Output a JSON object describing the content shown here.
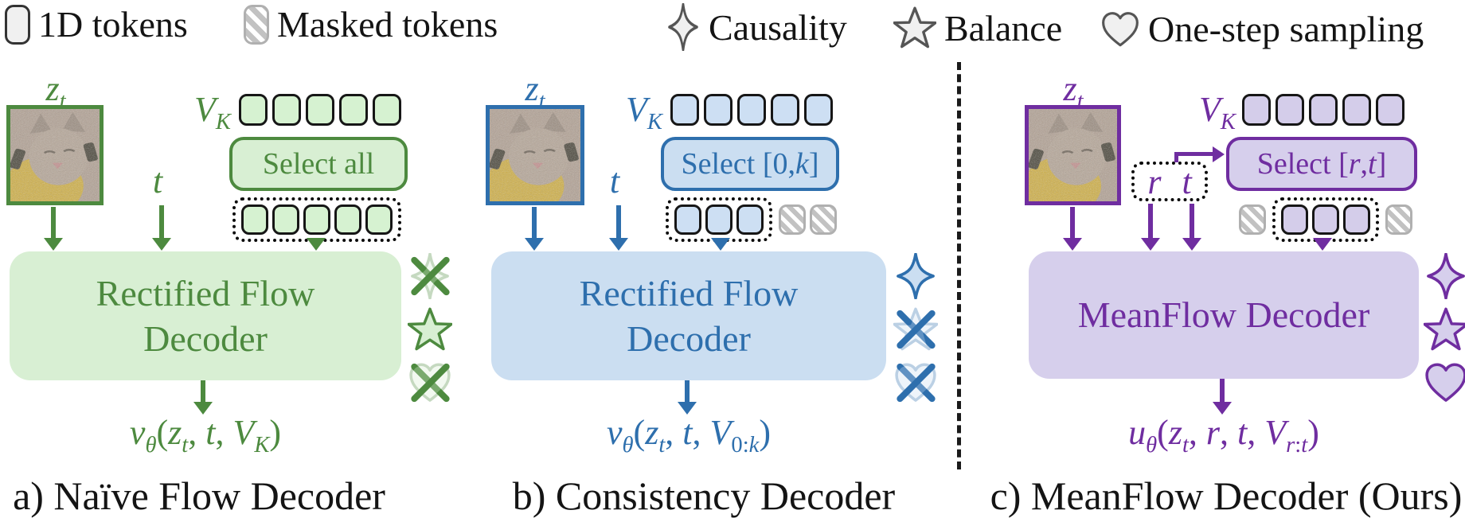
{
  "legend": {
    "items": [
      {
        "icon": "1d-token-icon",
        "label": "1D tokens"
      },
      {
        "icon": "masked-token-icon",
        "label": "Masked tokens"
      },
      {
        "icon": "causality-star-icon",
        "label": "Causality"
      },
      {
        "icon": "balance-star-icon",
        "label": "Balance"
      },
      {
        "icon": "heart-icon",
        "label": "One-step sampling"
      }
    ]
  },
  "colors": {
    "green_accent": "#4d8a3f",
    "green_fill": "#d8efd3",
    "green_token": "#d6f2d1",
    "blue_accent": "#2e6fad",
    "blue_fill": "#cbdef1",
    "blue_token": "#cddff3",
    "purple_accent": "#6f2da0",
    "purple_fill": "#d6cfec",
    "purple_token": "#d4cdea",
    "masked_stripe": "#c2c2c2",
    "masked_border": "#b0b0b0",
    "text": "#141414"
  },
  "panels": [
    {
      "caption": "a) Naïve Flow Decoder",
      "accent": "#4d8a3f",
      "fill": "#d8efd3",
      "token_fill": "#d6f2d1",
      "latent_label": "z<sub>t</sub>",
      "time_label": "t",
      "vk_label": "V<sub>K</sub>",
      "select_label": "Select all",
      "decoder_label": "Rectified Flow Decoder",
      "output_label": "<i>v<sub>θ</sub></i>(<i>z<sub>t</sub></i>, <i>t</i>, <i>V<sub>K</sub></i>)",
      "vk_row": [
        {
          "group": false,
          "tokens": [
            "sel",
            "sel",
            "sel",
            "sel",
            "sel"
          ]
        }
      ],
      "result_row": [
        {
          "group": true,
          "tokens": [
            "sel",
            "sel",
            "sel",
            "sel",
            "sel"
          ]
        }
      ],
      "properties": [
        {
          "name": "causality",
          "ok": false
        },
        {
          "name": "balance",
          "ok": true
        },
        {
          "name": "one_step_sampling",
          "ok": false
        }
      ]
    },
    {
      "caption": "b) Consistency Decoder",
      "accent": "#2e6fad",
      "fill": "#cbdef1",
      "token_fill": "#cddff3",
      "latent_label": "z<sub>t</sub>",
      "time_label": "t",
      "vk_label": "V<sub>K</sub>",
      "select_label": "Select [0, <i>k</i>]",
      "decoder_label": "Rectified Flow Decoder",
      "output_label": "<i>v<sub>θ</sub></i>(<i>z<sub>t</sub></i>, <i>t</i>, <i>V</i><sub>0:<i>k</i></sub>)",
      "vk_row": [
        {
          "group": false,
          "tokens": [
            "sel",
            "sel",
            "sel",
            "sel",
            "sel"
          ]
        }
      ],
      "result_row": [
        {
          "group": true,
          "tokens": [
            "sel",
            "sel",
            "sel"
          ]
        },
        {
          "group": false,
          "tokens": [
            "mask",
            "mask"
          ]
        }
      ],
      "properties": [
        {
          "name": "causality",
          "ok": true
        },
        {
          "name": "balance",
          "ok": false
        },
        {
          "name": "one_step_sampling",
          "ok": false
        }
      ]
    },
    {
      "caption": "c) MeanFlow Decoder (Ours)",
      "accent": "#6f2da0",
      "fill": "#d6cfec",
      "token_fill": "#d4cdea",
      "latent_label": "z<sub>t</sub>",
      "r_label": "r",
      "time_label": "t",
      "vk_label": "V<sub>K</sub>",
      "select_label": "Select [<i>r</i>, <i>t</i>]",
      "decoder_label": "MeanFlow Decoder",
      "output_label": "<i>u<sub>θ</sub></i>(<i>z<sub>t</sub></i>, <i>r</i>, <i>t</i>, <i>V</i><sub><i>r</i>:<i>t</i></sub>)",
      "vk_row": [
        {
          "group": false,
          "tokens": [
            "sel",
            "sel",
            "sel",
            "sel",
            "sel"
          ]
        }
      ],
      "result_row": [
        {
          "group": false,
          "tokens": [
            "mask"
          ]
        },
        {
          "group": true,
          "tokens": [
            "sel",
            "sel",
            "sel"
          ]
        },
        {
          "group": false,
          "tokens": [
            "mask"
          ]
        }
      ],
      "properties": [
        {
          "name": "causality",
          "ok": true
        },
        {
          "name": "balance",
          "ok": true
        },
        {
          "name": "one_step_sampling",
          "ok": true
        }
      ]
    }
  ]
}
